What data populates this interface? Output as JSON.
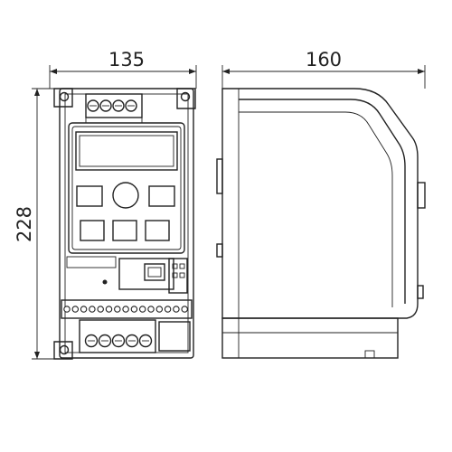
{
  "dimensions": {
    "front_width": "135",
    "side_depth": "160",
    "height": "228"
  }
}
